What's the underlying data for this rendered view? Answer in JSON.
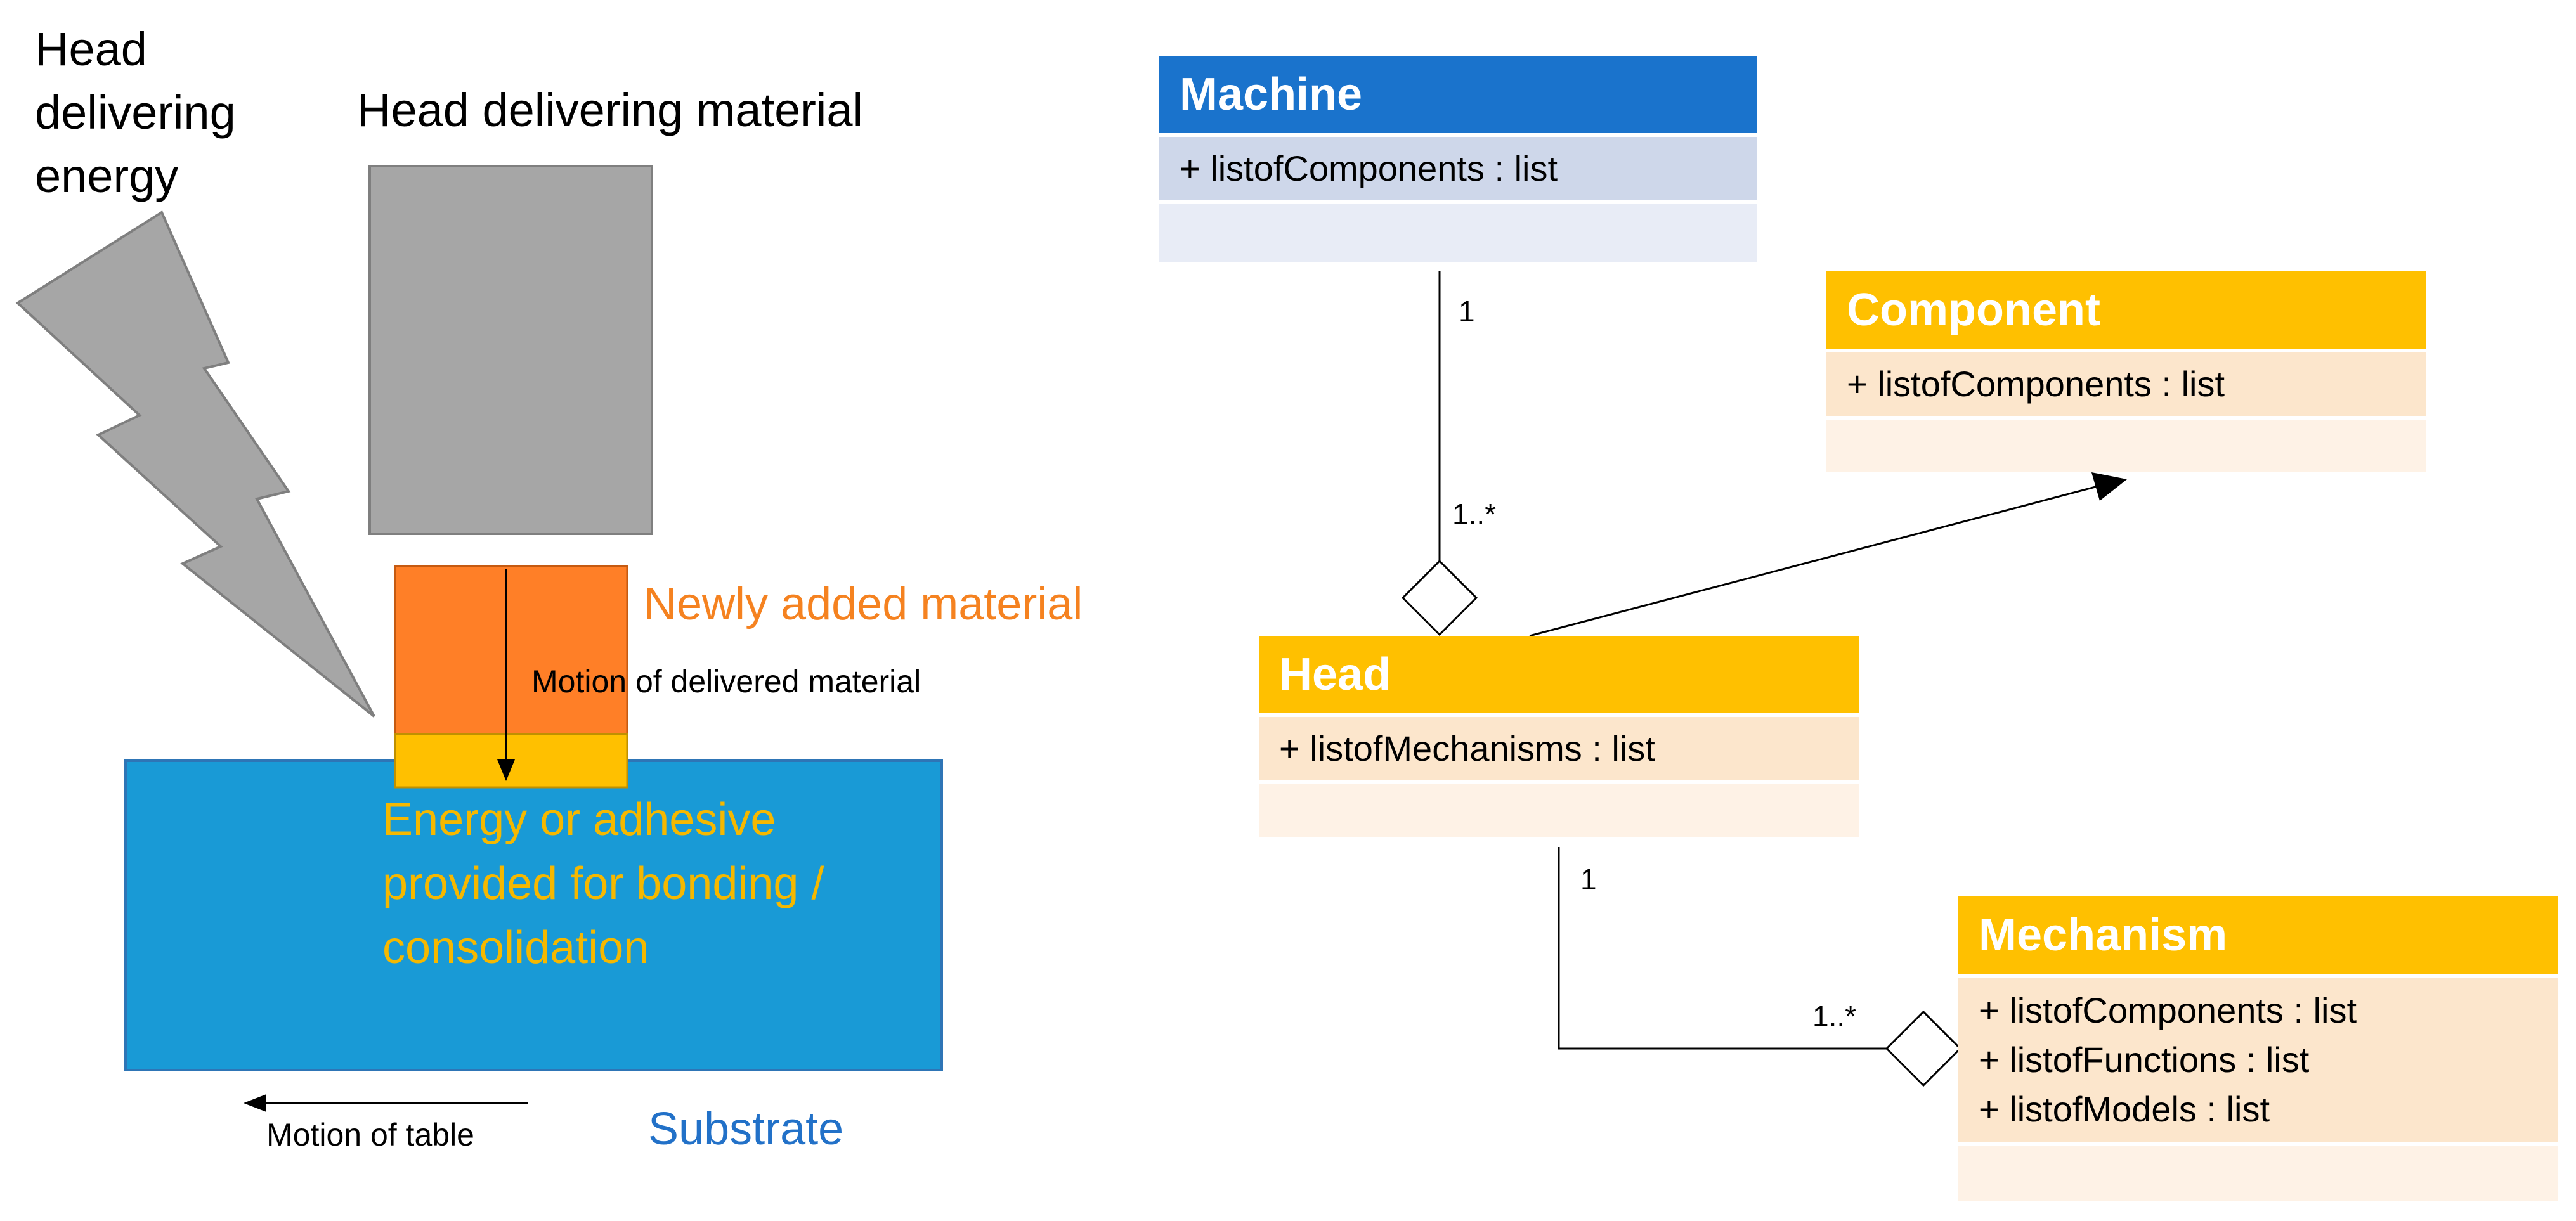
{
  "left": {
    "energy_head_label_lines": [
      "Head",
      "delivering",
      "energy"
    ],
    "material_head_label": "Head delivering material",
    "new_material_label": "Newly added material",
    "motion_material_label": "Motion of delivered material",
    "energy_label_lines": [
      "Energy or adhesive",
      "provided for bonding /",
      "consolidation"
    ],
    "motion_table_label": "Motion of table",
    "substrate_label": "Substrate"
  },
  "uml": {
    "machine": {
      "name": "Machine",
      "attributes": [
        "+ listofComponents : list"
      ]
    },
    "component": {
      "name": "Component",
      "attributes": [
        "+ listofComponents : list"
      ]
    },
    "head": {
      "name": "Head",
      "attributes": [
        "+ listofMechanisms : list"
      ]
    },
    "mechanism": {
      "name": "Mechanism",
      "attributes": [
        "+ listofComponents : list",
        "+ listofFunctions : list",
        "+ listofModels : list"
      ]
    },
    "multiplicities": {
      "machine_end": "1",
      "head_end": "1..*",
      "head_to_mechanism": "1",
      "mechanism_end": "1..*"
    }
  },
  "colors": {
    "gray": "#A6A6A6",
    "orange": "#FF7F27",
    "gold": "#FFC000",
    "substrate_blue": "#199AD6",
    "uml_blue": "#1A73CC"
  }
}
